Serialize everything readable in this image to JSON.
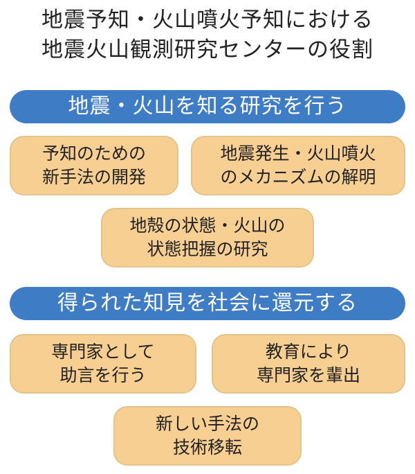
{
  "title": {
    "line1": "地震予知・火山噴火予知における",
    "line2": "地震火山観測研究センターの役割"
  },
  "colors": {
    "banner": "#3f7cc6",
    "box": "#f8cf92",
    "box_border": "#e2c48a"
  },
  "section1": {
    "banner": "地震・火山を知る研究を行う",
    "items": [
      {
        "line1": "予知のための",
        "line2": "新手法の開発"
      },
      {
        "line1": "地震発生・火山噴火",
        "line2": "のメカニズムの解明"
      },
      {
        "line1": "地殻の状態・火山の",
        "line2": "状態把握の研究"
      }
    ]
  },
  "section2": {
    "banner": "得られた知見を社会に還元する",
    "items": [
      {
        "line1": "専門家として",
        "line2": "助言を行う"
      },
      {
        "line1": "教育により",
        "line2": "専門家を輩出"
      },
      {
        "line1": "新しい手法の",
        "line2": "技術移転"
      }
    ]
  }
}
